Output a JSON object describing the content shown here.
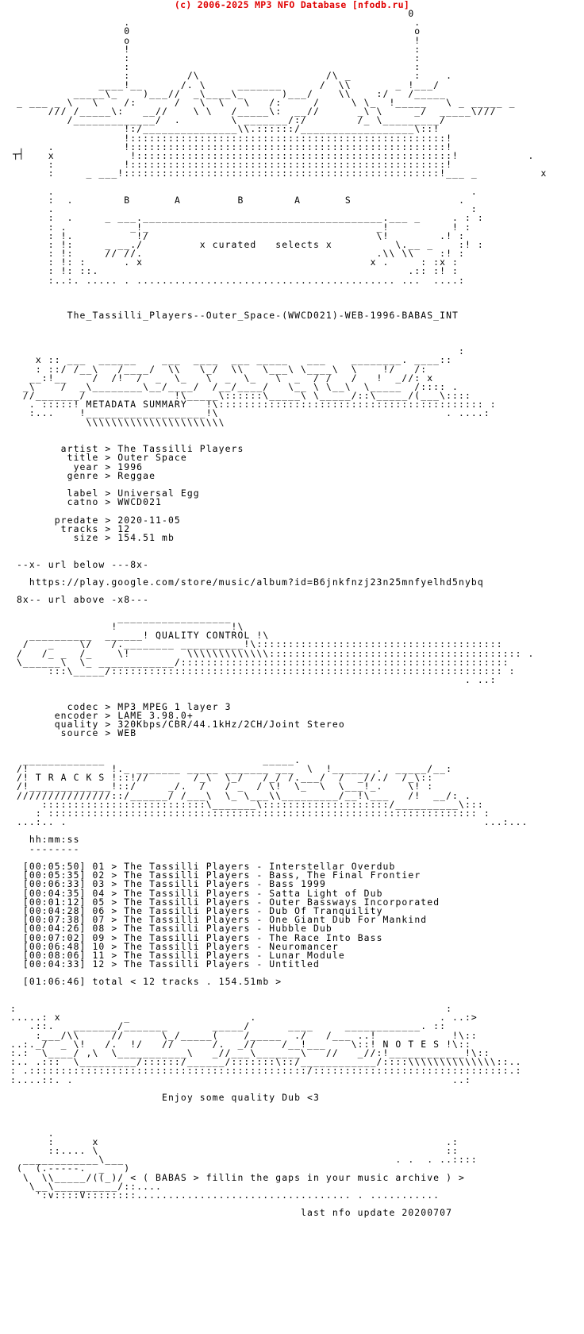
{
  "header": {
    "copyright": "(c) 2006-2025 MP3 NFO Database [nfodb.ru]",
    "color": "#e00000"
  },
  "logo_art": [
    "                                                               0",
    "                  .                                             .",
    "                  0                                             o",
    "                  o                                             !",
    "                  !                                             :",
    "                  :                                             :",
    "                  :                                             :",
    "                  :         /\\                    /\\ _          :    .",
    "              ____!__      /. \\     _______      /  \\\\       _ !___/",
    "          _____\\_    )___//  _\\____\\_      )___/    \\\\    :/   /_____",
    " _ ___ _ \\   \\    /:      /   \\  \\   \\   /:     /     \\ \\_  !_____   \\ _ _____ _",
    "      /// /_____\\:   __//    \\ \\   /_____\\:  __//      _\\ \\     _/  _____\\///",
    "         /_____________/  .        \\ _______/:/        /_ \\_________/",
    "                  !:/_______________\\\\.::::::/__________________\\::!",
    "                  !::::::::::::::::::::::::::::::::::::::::::::::::::!",
    "      .           !::::::::::::::::::::::::::::::::::::::::::::::::::!",
    "      x            !::::::::::::::::::::::::::::::::::::::::::::::::::!           .",
    "      :           !::::::::::::::::::::::::::::::::::::::::::::::::::!",
    "      :     _ ___!::::::::::::::::::::::::::::::::::::::::::::::::::!___ _          x"
  ],
  "ident_mark": "┬┤",
  "babas_box": {
    "letters": [
      "B",
      "A",
      "B",
      "A",
      "S"
    ],
    "tagline_left": "x curated",
    "tagline_right": "selects x"
  },
  "release": {
    "name": "The_Tassilli_Players--Outer_Space-(WWCD021)-WEB-1996-BABAS_INT"
  },
  "sections": {
    "metadata_title": "METADATA SUMMARY",
    "quality_title": "QUALITY CONTROL",
    "tracks_title": "T R A C K S",
    "notes_title": "N O T E S"
  },
  "metadata": [
    {
      "label": "artist",
      "value": "The Tassilli Players"
    },
    {
      "label": "title",
      "value": "Outer Space"
    },
    {
      "label": "year",
      "value": "1996"
    },
    {
      "label": "genre",
      "value": "Reggae"
    },
    {
      "label": "",
      "value": ""
    },
    {
      "label": "label",
      "value": "Universal Egg"
    },
    {
      "label": "catno",
      "value": "WWCD021"
    },
    {
      "label": "",
      "value": ""
    },
    {
      "label": "predate",
      "value": "2020-11-05"
    },
    {
      "label": "tracks",
      "value": "12"
    },
    {
      "label": "size",
      "value": "154.51 mb"
    }
  ],
  "url_block": {
    "above_marker": "--x- url below ---8x-",
    "url": "https://play.google.com/store/music/album?id=B6jnkfnzj23n25mnfyelhd5nybq",
    "below_marker": "8x-- url above -x8---"
  },
  "quality": [
    {
      "label": "codec",
      "value": "MP3 MPEG 1 layer 3"
    },
    {
      "label": "encoder",
      "value": "LAME 3.98.0+"
    },
    {
      "label": "quality",
      "value": "320Kbps/CBR/44.1kHz/2CH/Joint Stereo"
    },
    {
      "label": "source",
      "value": "WEB"
    }
  ],
  "tracklist": {
    "time_header": "hh:mm:ss",
    "time_underline": "--------",
    "tracks": [
      {
        "time": "[00:05:50]",
        "num": "01",
        "artist": "The Tassilli Players",
        "title": "Interstellar Overdub"
      },
      {
        "time": "[00:05:35]",
        "num": "02",
        "artist": "The Tassilli Players",
        "title": "Bass, The Final Frontier"
      },
      {
        "time": "[00:06:33]",
        "num": "03",
        "artist": "The Tassilli Players",
        "title": "Bass 1999"
      },
      {
        "time": "[00:04:35]",
        "num": "04",
        "artist": "The Tassilli Players",
        "title": "Satta Light of Dub"
      },
      {
        "time": "[00:01:12]",
        "num": "05",
        "artist": "The Tassilli Players",
        "title": "Outer Bassways Incorporated"
      },
      {
        "time": "[00:04:28]",
        "num": "06",
        "artist": "The Tassilli Players",
        "title": "Dub Of Tranquility"
      },
      {
        "time": "[00:07:38]",
        "num": "07",
        "artist": "The Tassilli Players",
        "title": "One Giant Dub For Mankind"
      },
      {
        "time": "[00:04:26]",
        "num": "08",
        "artist": "The Tassilli Players",
        "title": "Hubble Dub"
      },
      {
        "time": "[00:07:02]",
        "num": "09",
        "artist": "The Tassilli Players",
        "title": "The Race Into Bass"
      },
      {
        "time": "[00:06:48]",
        "num": "10",
        "artist": "The Tassilli Players",
        "title": "Neuromancer"
      },
      {
        "time": "[00:08:06]",
        "num": "11",
        "artist": "The Tassilli Players",
        "title": "Lunar Module"
      },
      {
        "time": "[00:04:33]",
        "num": "12",
        "artist": "The Tassilli Players",
        "title": "Untitled"
      }
    ],
    "total": "[01:06:46] total < 12 tracks . 154.51mb >"
  },
  "notes": {
    "text": "Enjoy some quality Dub <3"
  },
  "footer": {
    "slogan": "< ( BABAS > fillin the gaps in your music archive ) >",
    "last_update": "last nfo update 20200707"
  }
}
